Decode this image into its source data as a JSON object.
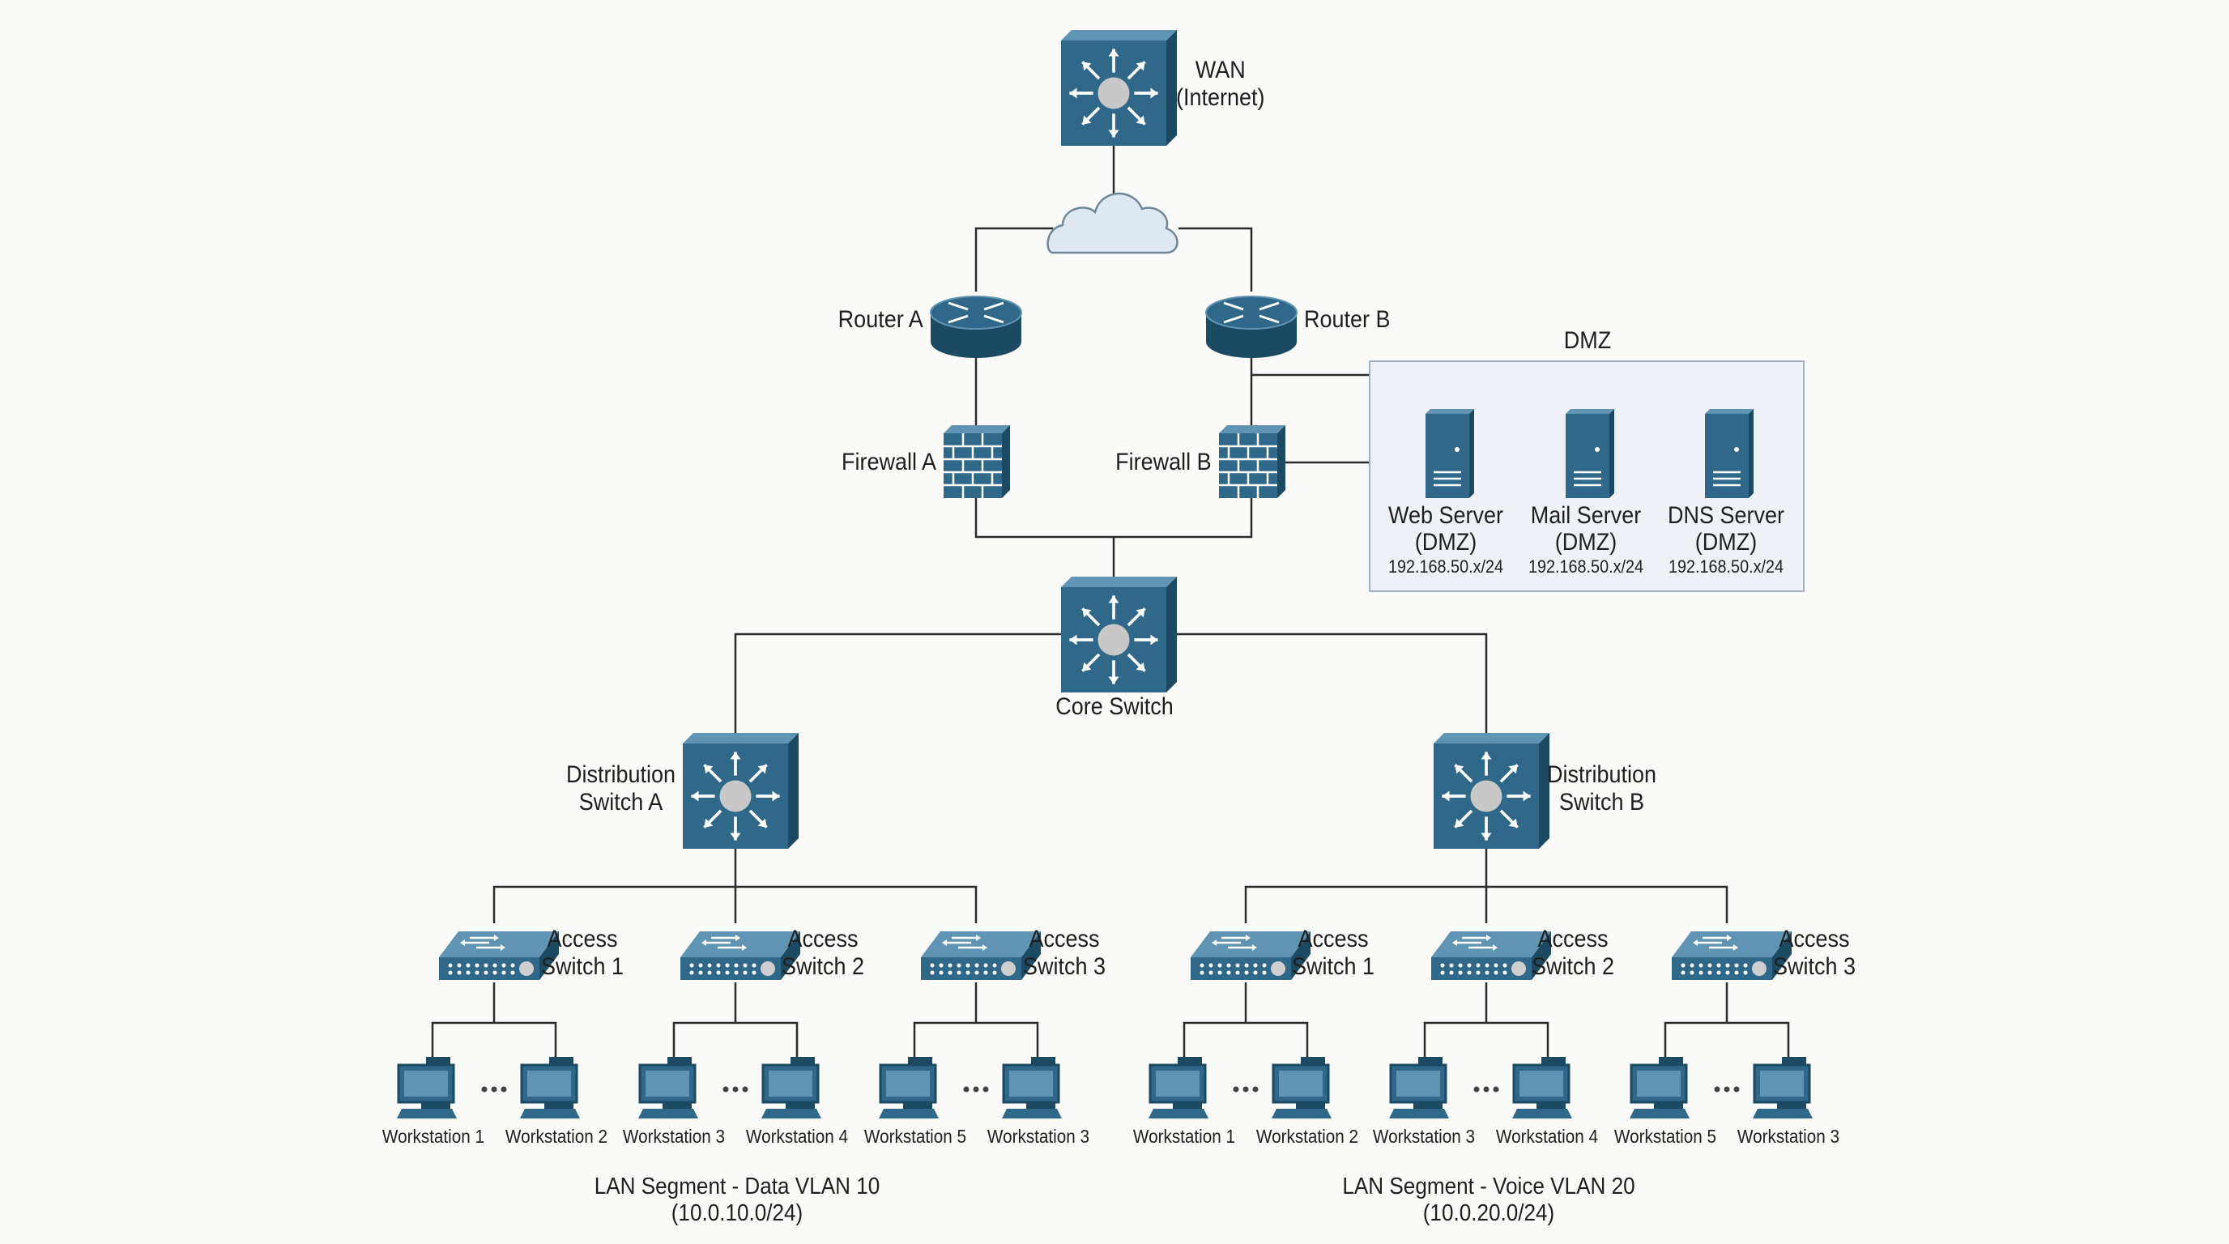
{
  "colors": {
    "device_blue": "#2f6889",
    "device_dark": "#1d4a63",
    "device_light": "#5f94b3",
    "line": "#2b2b2b",
    "cloud_fill": "#dfe8f0",
    "dmz_fill": "#eef2f6"
  },
  "icons": {
    "wan": "multilayer-switch-icon",
    "cloud": "cloud-icon",
    "router": "router-icon",
    "firewall": "firewall-icon",
    "server": "server-icon",
    "switch": "multilayer-switch-icon",
    "access_switch": "access-switch-icon",
    "workstation": "workstation-icon"
  },
  "wan": {
    "line1": "WAN",
    "line2": "(Internet)"
  },
  "routers": [
    {
      "id": "router-a",
      "label": "Router A"
    },
    {
      "id": "router-b",
      "label": "Router B"
    }
  ],
  "firewalls": [
    {
      "id": "firewall-a",
      "label": "Firewall A"
    },
    {
      "id": "firewall-b",
      "label": "Firewall B"
    }
  ],
  "dmz": {
    "title": "DMZ",
    "servers": [
      {
        "name": "Web Server",
        "zone": "(DMZ)",
        "subnet": "192.168.50.x/24"
      },
      {
        "name": "Mail Server",
        "zone": "(DMZ)",
        "subnet": "192.168.50.x/24"
      },
      {
        "name": "DNS Server",
        "zone": "(DMZ)",
        "subnet": "192.168.50.x/24"
      }
    ]
  },
  "core_switch": {
    "label": "Core Switch"
  },
  "distribution": [
    {
      "line1": "Distribution",
      "line2": "Switch A"
    },
    {
      "line1": "Distribution",
      "line2": "Switch B"
    }
  ],
  "segments": [
    {
      "access": [
        {
          "line1": "Access",
          "line2": "Switch 1",
          "workstations": [
            "Workstation 1",
            "Workstation 2"
          ]
        },
        {
          "line1": "Access",
          "line2": "Switch 2",
          "workstations": [
            "Workstation 3",
            "Workstation 4"
          ]
        },
        {
          "line1": "Access",
          "line2": "Switch 3",
          "workstations": [
            "Workstation 5",
            "Workstation 3"
          ]
        }
      ],
      "title": "LAN Segment - Data VLAN 10",
      "subnet": "(10.0.10.0/24)"
    },
    {
      "access": [
        {
          "line1": "Access",
          "line2": "Switch 1",
          "workstations": [
            "Workstation 1",
            "Workstation 2"
          ]
        },
        {
          "line1": "Access",
          "line2": "Switch 2",
          "workstations": [
            "Workstation 3",
            "Workstation 4"
          ]
        },
        {
          "line1": "Access",
          "line2": "Switch 3",
          "workstations": [
            "Workstation 5",
            "Workstation 3"
          ]
        }
      ],
      "title": "LAN Segment - Voice VLAN 20",
      "subnet": "(10.0.20.0/24)"
    }
  ]
}
